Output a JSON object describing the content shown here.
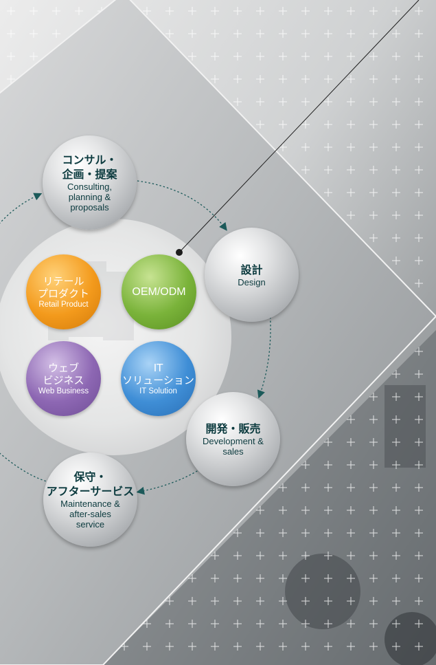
{
  "cycle": {
    "consulting": {
      "ja_lines": [
        "コンサル・",
        "企画・提案"
      ],
      "en_lines": [
        "Consulting,",
        "planning &",
        "proposals"
      ]
    },
    "design": {
      "ja_lines": [
        "設計"
      ],
      "en_lines": [
        "Design"
      ]
    },
    "development": {
      "ja_lines": [
        "開発・販売"
      ],
      "en_lines": [
        "Development &",
        "sales"
      ]
    },
    "maintenance": {
      "ja_lines": [
        "保守・",
        "アフターサービス"
      ],
      "en_lines": [
        "Maintenance &",
        "after-sales",
        "service"
      ]
    }
  },
  "services": {
    "retail": {
      "ja_lines": [
        "リテール",
        "プロダクト"
      ],
      "en": "Retail Product",
      "color": "#f39a1c"
    },
    "oem": {
      "label": "OEM/ODM",
      "color": "#7ab33a"
    },
    "web": {
      "ja_lines": [
        "ウェブ",
        "ビジネス"
      ],
      "en": "Web Business",
      "color": "#8d67b3"
    },
    "it": {
      "ja_lines": [
        "IT",
        "ソリューション"
      ],
      "en": "IT Solution",
      "color": "#3f8ed6"
    }
  },
  "colors": {
    "arrow": "#1c5a5a",
    "text_dark": "#0b3a3e"
  }
}
